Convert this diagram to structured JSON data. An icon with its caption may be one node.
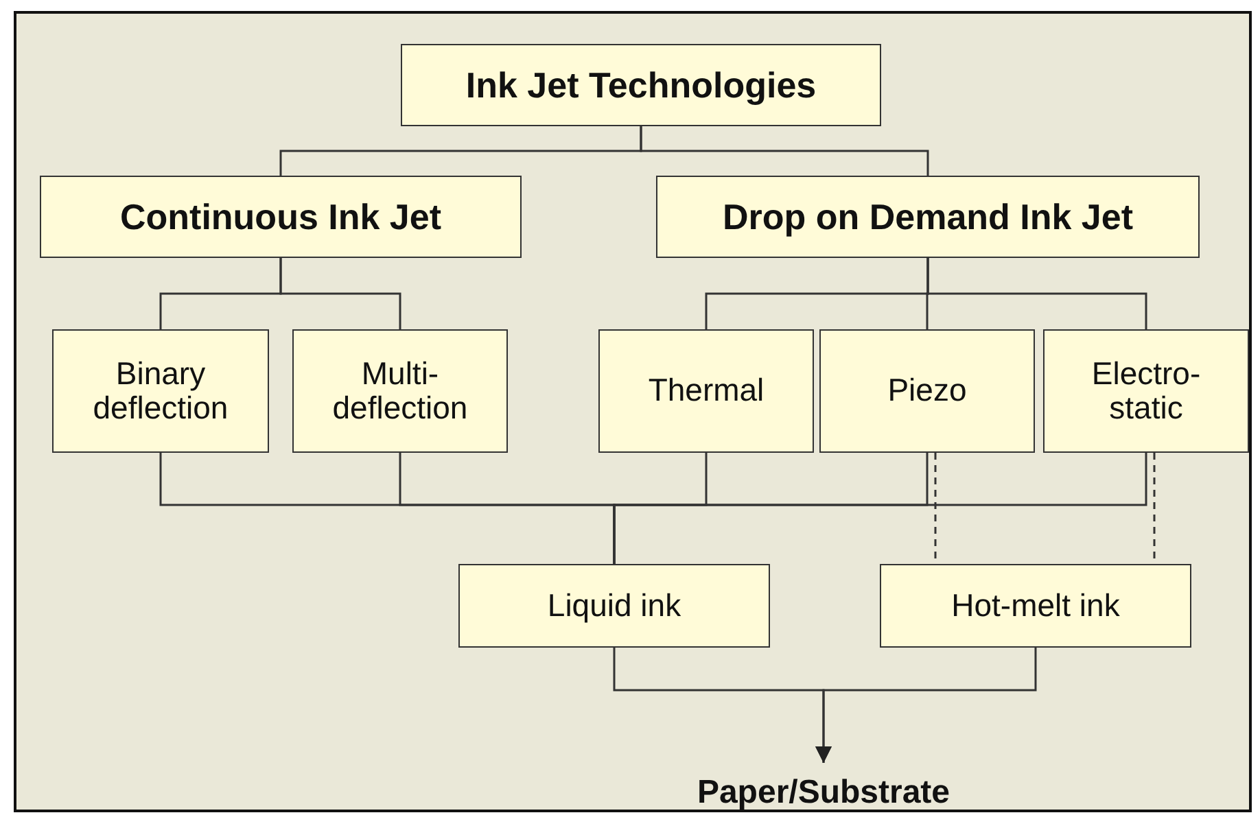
{
  "diagram": {
    "nodes": [
      {
        "text": [
          "Ink Jet Technologies"
        ]
      },
      {
        "text": [
          "Continuous Ink Jet"
        ]
      },
      {
        "text": [
          "Drop on Demand Ink Jet"
        ]
      },
      {
        "text": [
          "Binary deflection"
        ]
      },
      {
        "text": [
          "Multi- deflection"
        ]
      },
      {
        "text": [
          "Thermal"
        ]
      },
      {
        "text": [
          "Piezo"
        ]
      },
      {
        "text": [
          "Electro- static"
        ]
      },
      {
        "text": [
          "Liquid ink"
        ]
      },
      {
        "text": [
          "Hot-melt ink"
        ]
      },
      {
        "text": [
          "Paper/Substrate"
        ]
      }
    ],
    "edges": [
      {
        "from": 0,
        "to": 1,
        "arrow": "none"
      },
      {
        "from": 0,
        "to": 2,
        "arrow": "none"
      },
      {
        "from": 1,
        "to": 3,
        "arrow": "none"
      },
      {
        "from": 1,
        "to": 4,
        "arrow": "none"
      },
      {
        "from": 2,
        "to": 5,
        "arrow": "none"
      },
      {
        "from": 2,
        "to": 6,
        "arrow": "none"
      },
      {
        "from": 2,
        "to": 7,
        "arrow": "none"
      },
      {
        "from": 3,
        "to": 8,
        "arrow": "none"
      },
      {
        "from": 4,
        "to": 8,
        "arrow": "none"
      },
      {
        "from": 5,
        "to": 8,
        "arrow": "none"
      },
      {
        "from": 6,
        "to": 8,
        "arrow": "none"
      },
      {
        "from": 7,
        "to": 8,
        "arrow": "none"
      },
      {
        "from": 6,
        "to": 9,
        "arrow": "none",
        "style": "dashed"
      },
      {
        "from": 7,
        "to": 9,
        "arrow": "none",
        "style": "dashed"
      },
      {
        "from": 8,
        "to": 10,
        "arrow": "to"
      },
      {
        "from": 9,
        "to": 10,
        "arrow": "to"
      }
    ]
  }
}
